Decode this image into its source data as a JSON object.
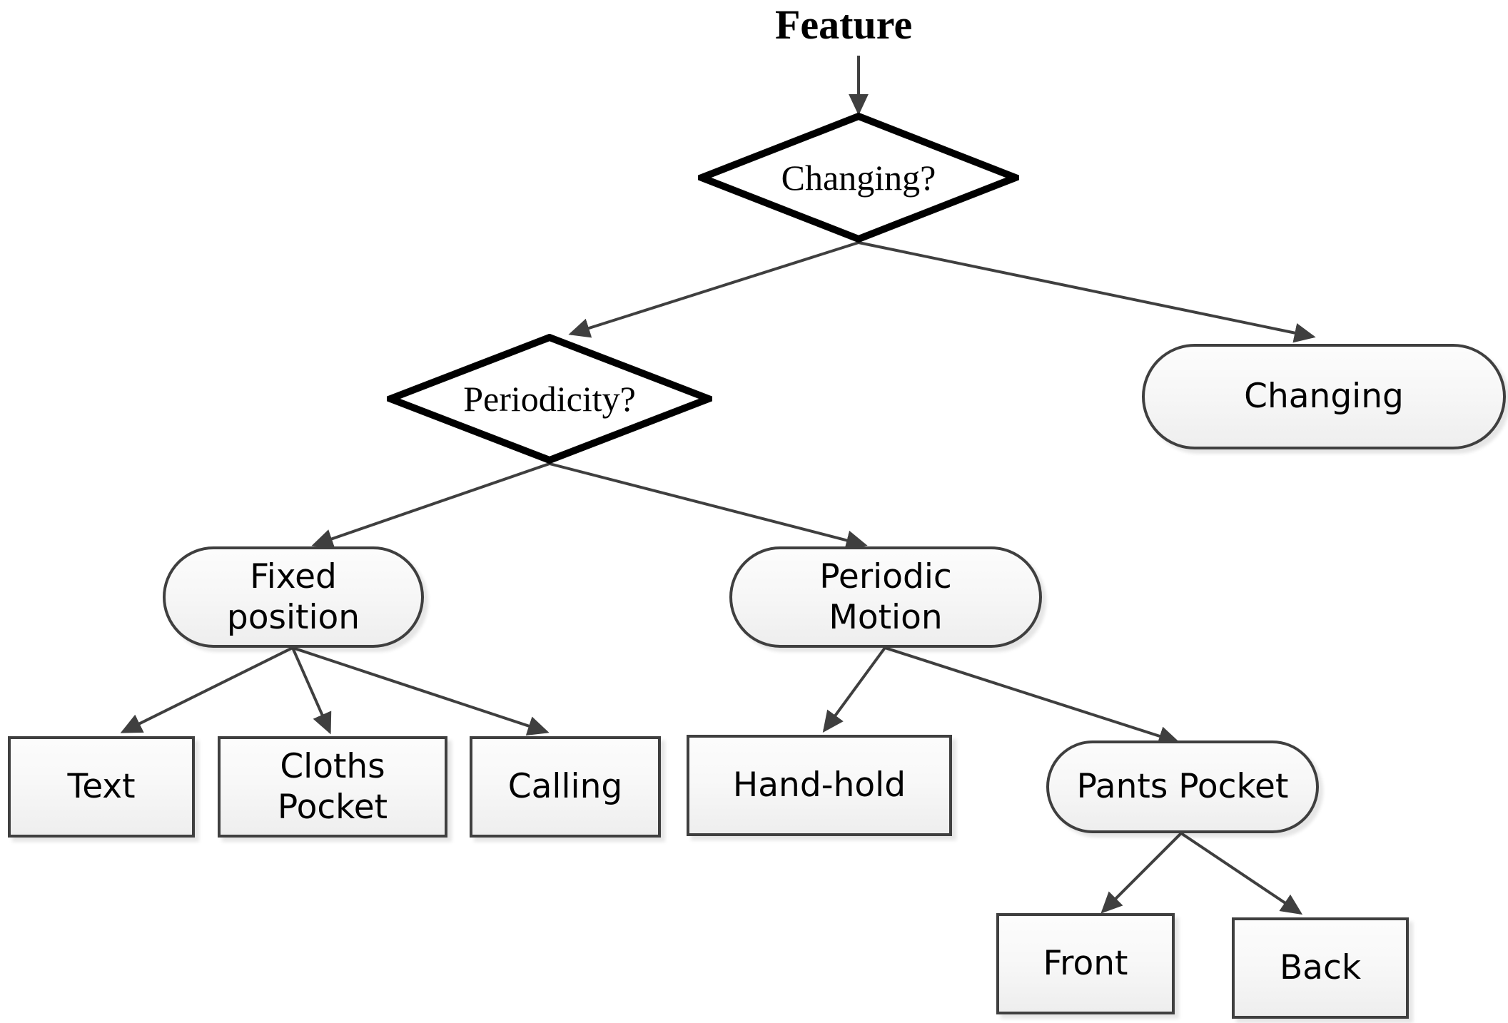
{
  "diagram": {
    "title": "Feature",
    "accent_border": "#3f3f3f",
    "diamond_border": "#000000",
    "arrow_color": "#3f3f3f",
    "node_fill_top": "#fcfcfc",
    "node_fill_bottom": "#eeeeee"
  },
  "nodes": {
    "root_title": "Feature",
    "changing_question": "Changing?",
    "periodicity_question": "Periodicity?",
    "changing": "Changing",
    "fixed_position": "Fixed\nposition",
    "periodic_motion": "Periodic\nMotion",
    "text": "Text",
    "cloths_pocket": "Cloths\nPocket",
    "calling": "Calling",
    "hand_hold": "Hand-hold",
    "pants_pocket": "Pants Pocket",
    "front": "Front",
    "back": "Back"
  },
  "edges": [
    {
      "from": "root_title",
      "to": "changing_question"
    },
    {
      "from": "changing_question",
      "to": "periodicity_question"
    },
    {
      "from": "changing_question",
      "to": "changing"
    },
    {
      "from": "periodicity_question",
      "to": "fixed_position"
    },
    {
      "from": "periodicity_question",
      "to": "periodic_motion"
    },
    {
      "from": "fixed_position",
      "to": "text"
    },
    {
      "from": "fixed_position",
      "to": "cloths_pocket"
    },
    {
      "from": "fixed_position",
      "to": "calling"
    },
    {
      "from": "periodic_motion",
      "to": "hand_hold"
    },
    {
      "from": "periodic_motion",
      "to": "pants_pocket"
    },
    {
      "from": "pants_pocket",
      "to": "front"
    },
    {
      "from": "pants_pocket",
      "to": "back"
    }
  ]
}
